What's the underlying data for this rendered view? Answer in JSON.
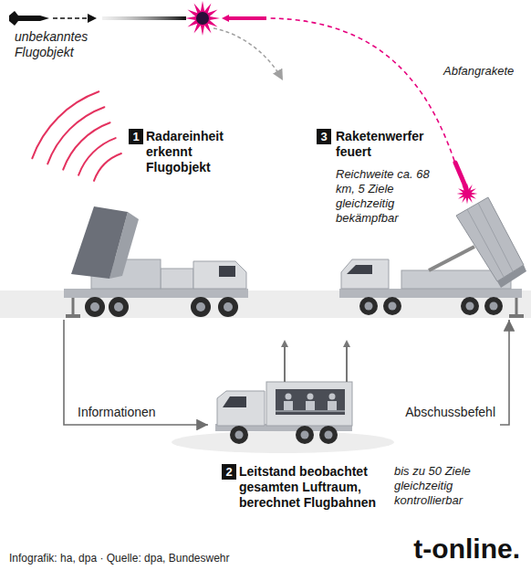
{
  "diagram": {
    "nodes": [
      {
        "text": [
          "Radareinheit erkennt Flugobjekt"
        ]
      },
      {
        "text": [
          "Leitstand beobachtet gesamten Luftraum, berechnet Flugbahnen",
          "bis zu 50 Ziele gleichzeitig kontrollierbar"
        ]
      },
      {
        "text": [
          "Raketenwerfer feuert",
          "Reichweite ca. 68 km, 5 Ziele gleichzeitig bekämpfbar"
        ]
      }
    ],
    "edges": [
      {
        "from": 0,
        "to": 1,
        "arrow": "to",
        "label": "Informationen"
      },
      {
        "from": 1,
        "to": 2,
        "arrow": "to",
        "label": "Abschussbefehl"
      }
    ],
    "labels": [
      "unbekanntes Flugobjekt",
      "Abfangrakete",
      "1",
      "2",
      "3",
      "Infografik: ha, dpa · Quelle: dpa, Bundeswehr",
      "t-online."
    ]
  }
}
